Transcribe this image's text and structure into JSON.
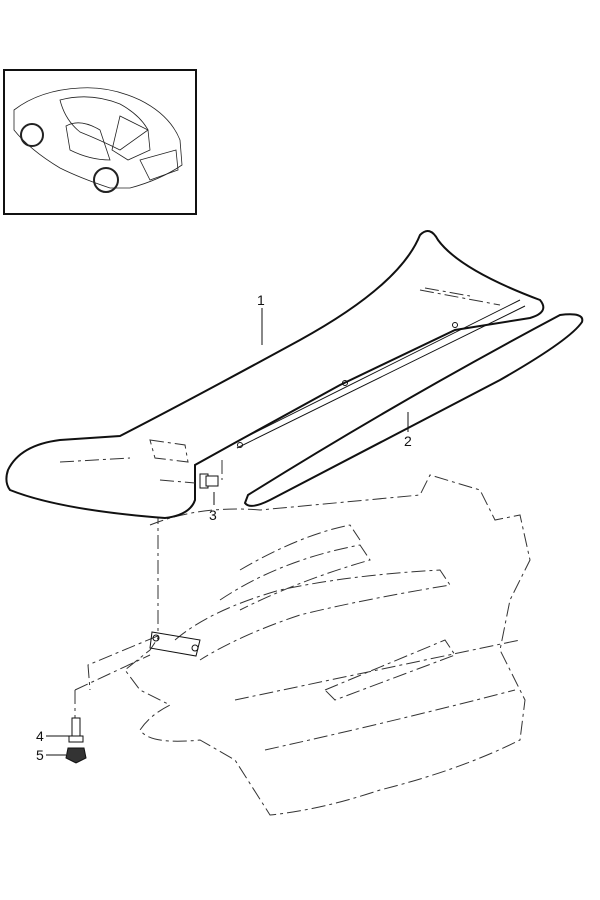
{
  "diagram": {
    "thumbnail": {
      "icon": "car-overview-icon"
    },
    "callouts": [
      {
        "label": "1",
        "part": "rear-spoiler"
      },
      {
        "label": "2",
        "part": "spoiler-blade"
      },
      {
        "label": "3",
        "part": "screw"
      },
      {
        "label": "4",
        "part": "bolt"
      },
      {
        "label": "5",
        "part": "nut"
      }
    ]
  }
}
